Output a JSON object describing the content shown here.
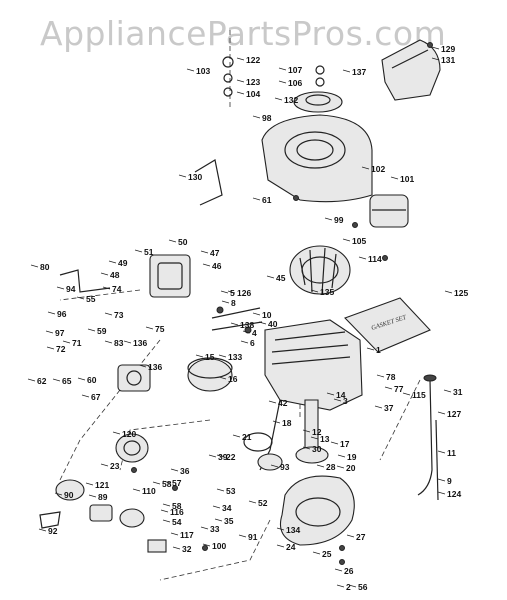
{
  "watermark": "AppliancePartsPros.com",
  "kit_label": "GASKET SET",
  "callouts": [
    "129",
    "131",
    "137",
    "103",
    "122",
    "123",
    "104",
    "107",
    "106",
    "132",
    "98",
    "102",
    "101",
    "130",
    "61",
    "99",
    "105",
    "114",
    "50",
    "51",
    "49",
    "47",
    "46",
    "80",
    "94",
    "55",
    "48",
    "74",
    "73",
    "96",
    "97",
    "59",
    "5",
    "8",
    "10",
    "40",
    "45",
    "135",
    "136",
    "72",
    "71",
    "83",
    "62",
    "65",
    "60",
    "136",
    "1",
    "67",
    "75",
    "15",
    "133",
    "16",
    "78",
    "77",
    "115",
    "37",
    "31",
    "127",
    "42",
    "18",
    "120",
    "58",
    "17",
    "19",
    "20",
    "21",
    "22",
    "39",
    "36",
    "93",
    "23",
    "121",
    "89",
    "90",
    "110",
    "57",
    "58",
    "53",
    "34",
    "52",
    "35",
    "33",
    "100",
    "32",
    "117",
    "54",
    "116",
    "92",
    "91",
    "134",
    "24",
    "25",
    "26",
    "27",
    "28",
    "30",
    "12",
    "13",
    "14",
    "11",
    "9",
    "124",
    "125",
    "126",
    "138",
    "4",
    "6",
    "3",
    "2",
    "56"
  ]
}
